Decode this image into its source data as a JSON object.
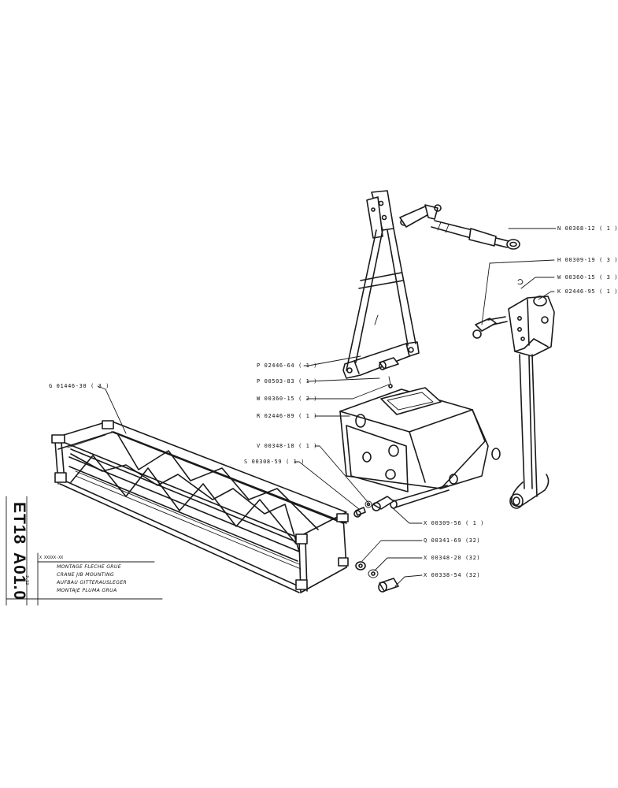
{
  "document": {
    "code_line1": "ET18",
    "code_line2": "A01.0",
    "series_ref": "X XXXXX-XX",
    "page_ref": "3.12",
    "titles": [
      "MONTAGE FLECHE GRUE",
      "CRANE JIB MOUNTING",
      "AUFBAU GITTERAUSLEGER",
      "MONTAJE PLUMA GRUA"
    ]
  },
  "parts": [
    {
      "ref": "N 00368-12 ( 1 )"
    },
    {
      "ref": "H 00309-19 ( 3 )"
    },
    {
      "ref": "W 00360-15 ( 3 )"
    },
    {
      "ref": "K 02446-95 ( 1 )"
    },
    {
      "ref": "P 02446-64 ( 1 )"
    },
    {
      "ref": "P 00503-83 ( 1 )"
    },
    {
      "ref": "W 00360-15 ( 2 )"
    },
    {
      "ref": "R 02446-89 ( 1 )"
    },
    {
      "ref": "G 01446-30 ( 3 )"
    },
    {
      "ref": "V 00348-18 ( 1 )"
    },
    {
      "ref": "S 00308-59 ( 1 )"
    },
    {
      "ref": "X 00309-56 ( 1 )"
    },
    {
      "ref": "Q 00341-69 (32)"
    },
    {
      "ref": "X 00348-20 (32)"
    },
    {
      "ref": "X 00338-54 (32)"
    }
  ]
}
